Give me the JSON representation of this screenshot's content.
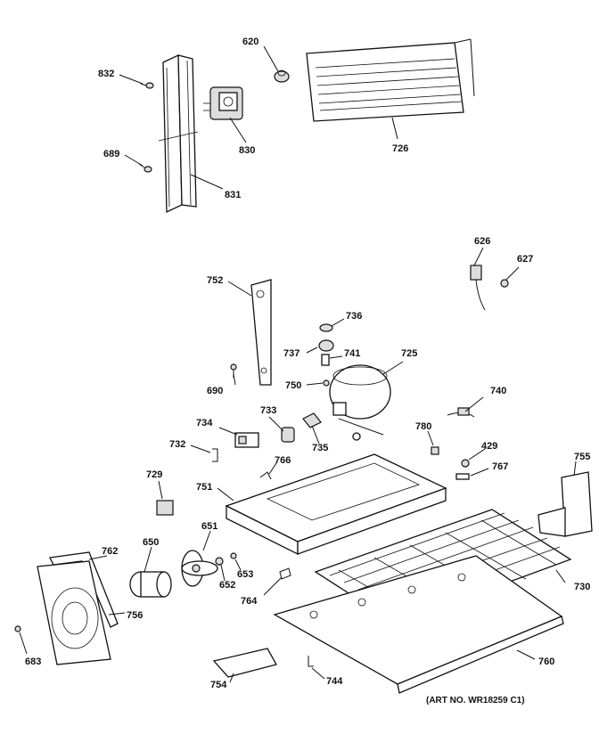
{
  "parts": {
    "p620": "620",
    "p832": "832",
    "p830": "830",
    "p726": "726",
    "p689": "689",
    "p831": "831",
    "p626": "626",
    "p627": "627",
    "p752": "752",
    "p736": "736",
    "p737": "737",
    "p741": "741",
    "p725": "725",
    "p690": "690",
    "p750": "750",
    "p740": "740",
    "p733": "733",
    "p734": "734",
    "p735": "735",
    "p780": "780",
    "p732": "732",
    "p429": "429",
    "p755": "755",
    "p766": "766",
    "p767": "767",
    "p729": "729",
    "p751": "751",
    "p651": "651",
    "p650": "650",
    "p762": "762",
    "p653": "653",
    "p652": "652",
    "p730": "730",
    "p764": "764",
    "p756": "756",
    "p683": "683",
    "p760": "760",
    "p754": "754",
    "p744": "744"
  },
  "art_number": "(ART NO. WR18259 C1)"
}
